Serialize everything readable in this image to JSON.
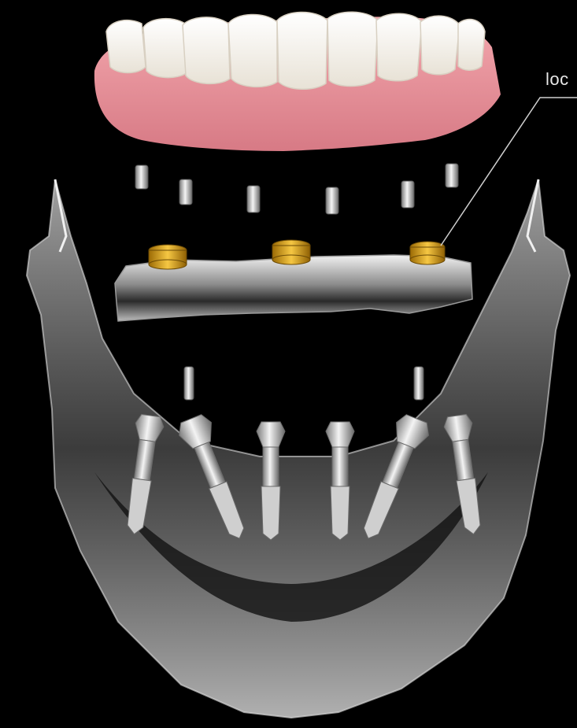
{
  "callout": {
    "label": "loc"
  },
  "colors": {
    "background": "#000000",
    "gum": "#e58f98",
    "tooth": "#f4f1ea",
    "gold_cap": "#d9a51c",
    "titanium": "#c9c9c9",
    "jaw_glass": "#b9b9b9"
  },
  "icons": {
    "denture": "denture-arch",
    "screws": "prosthetic-screw",
    "bar": "titanium-bar",
    "abutments": "multi-unit-abutment",
    "implants": "dental-implant",
    "jaw": "mandible"
  }
}
